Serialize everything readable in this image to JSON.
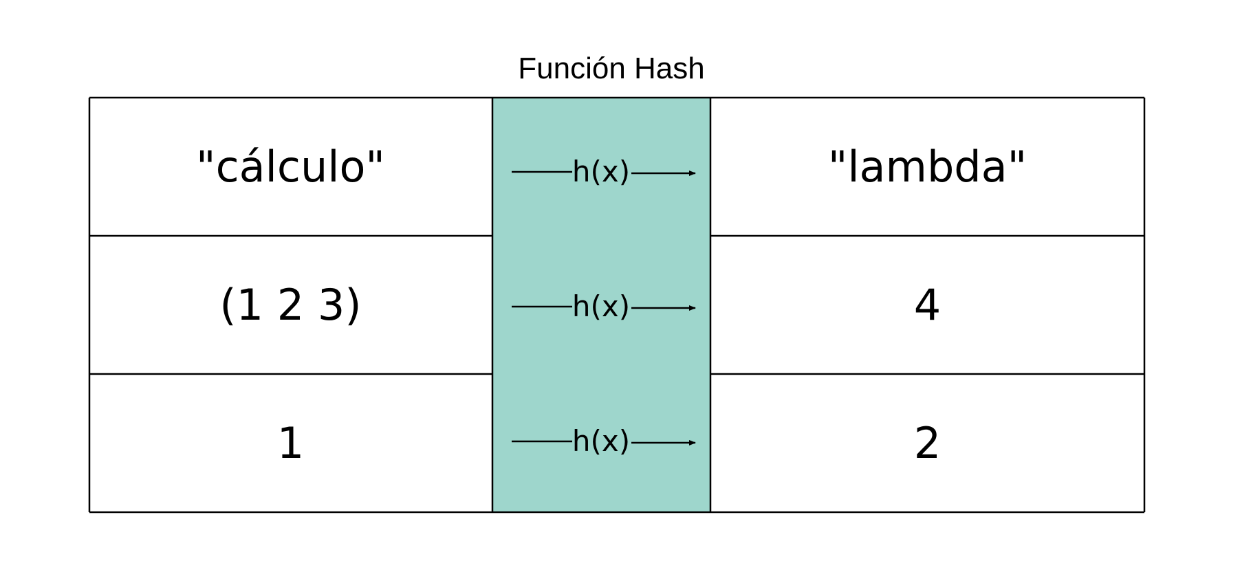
{
  "diagram": {
    "title": "Función Hash",
    "function_label": "h(x)",
    "rows": [
      {
        "input": "\"cálculo\"",
        "output": "\"lambda\""
      },
      {
        "input": "(1 2 3)",
        "output": "4"
      },
      {
        "input": "1",
        "output": "2"
      }
    ],
    "colors": {
      "function_column": "#9ed6cc",
      "lines": "#000000",
      "background": "#ffffff"
    }
  }
}
